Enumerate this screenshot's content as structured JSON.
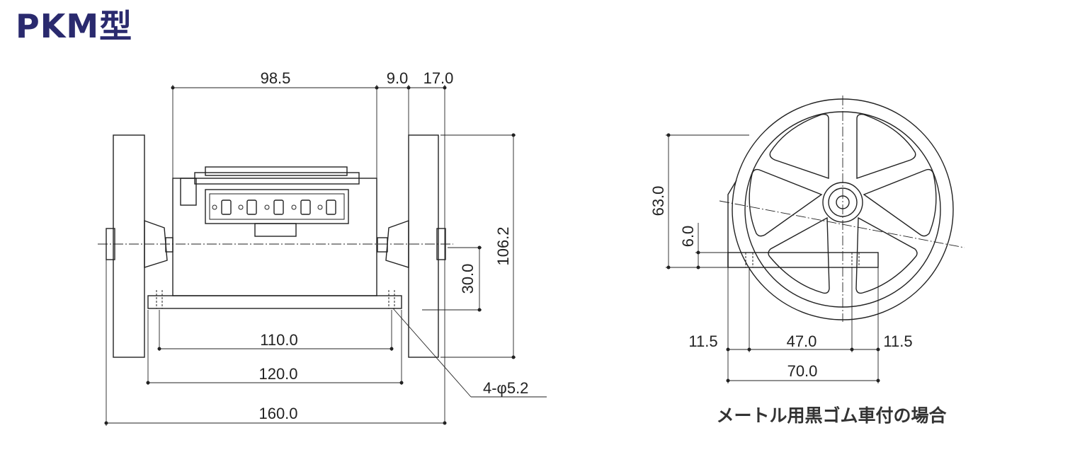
{
  "title": "PKM型",
  "colors": {
    "title": "#2a2a6e",
    "line": "#222222"
  },
  "front_view": {
    "dims": {
      "top_width": "98.5",
      "gap": "9.0",
      "wheel_thickness": "17.0",
      "height": "106.2",
      "axis_height": "30.0",
      "hole_pitch": "110.0",
      "base_width": "120.0",
      "overall_width": "160.0",
      "holes": "4-φ5.2"
    }
  },
  "side_view": {
    "dims": {
      "height": "63.0",
      "base_thickness": "6.0",
      "left_margin": "11.5",
      "hole_pitch": "47.0",
      "right_margin": "11.5",
      "base_width": "70.0"
    },
    "caption": "メートル用黒ゴム車付の場合"
  }
}
